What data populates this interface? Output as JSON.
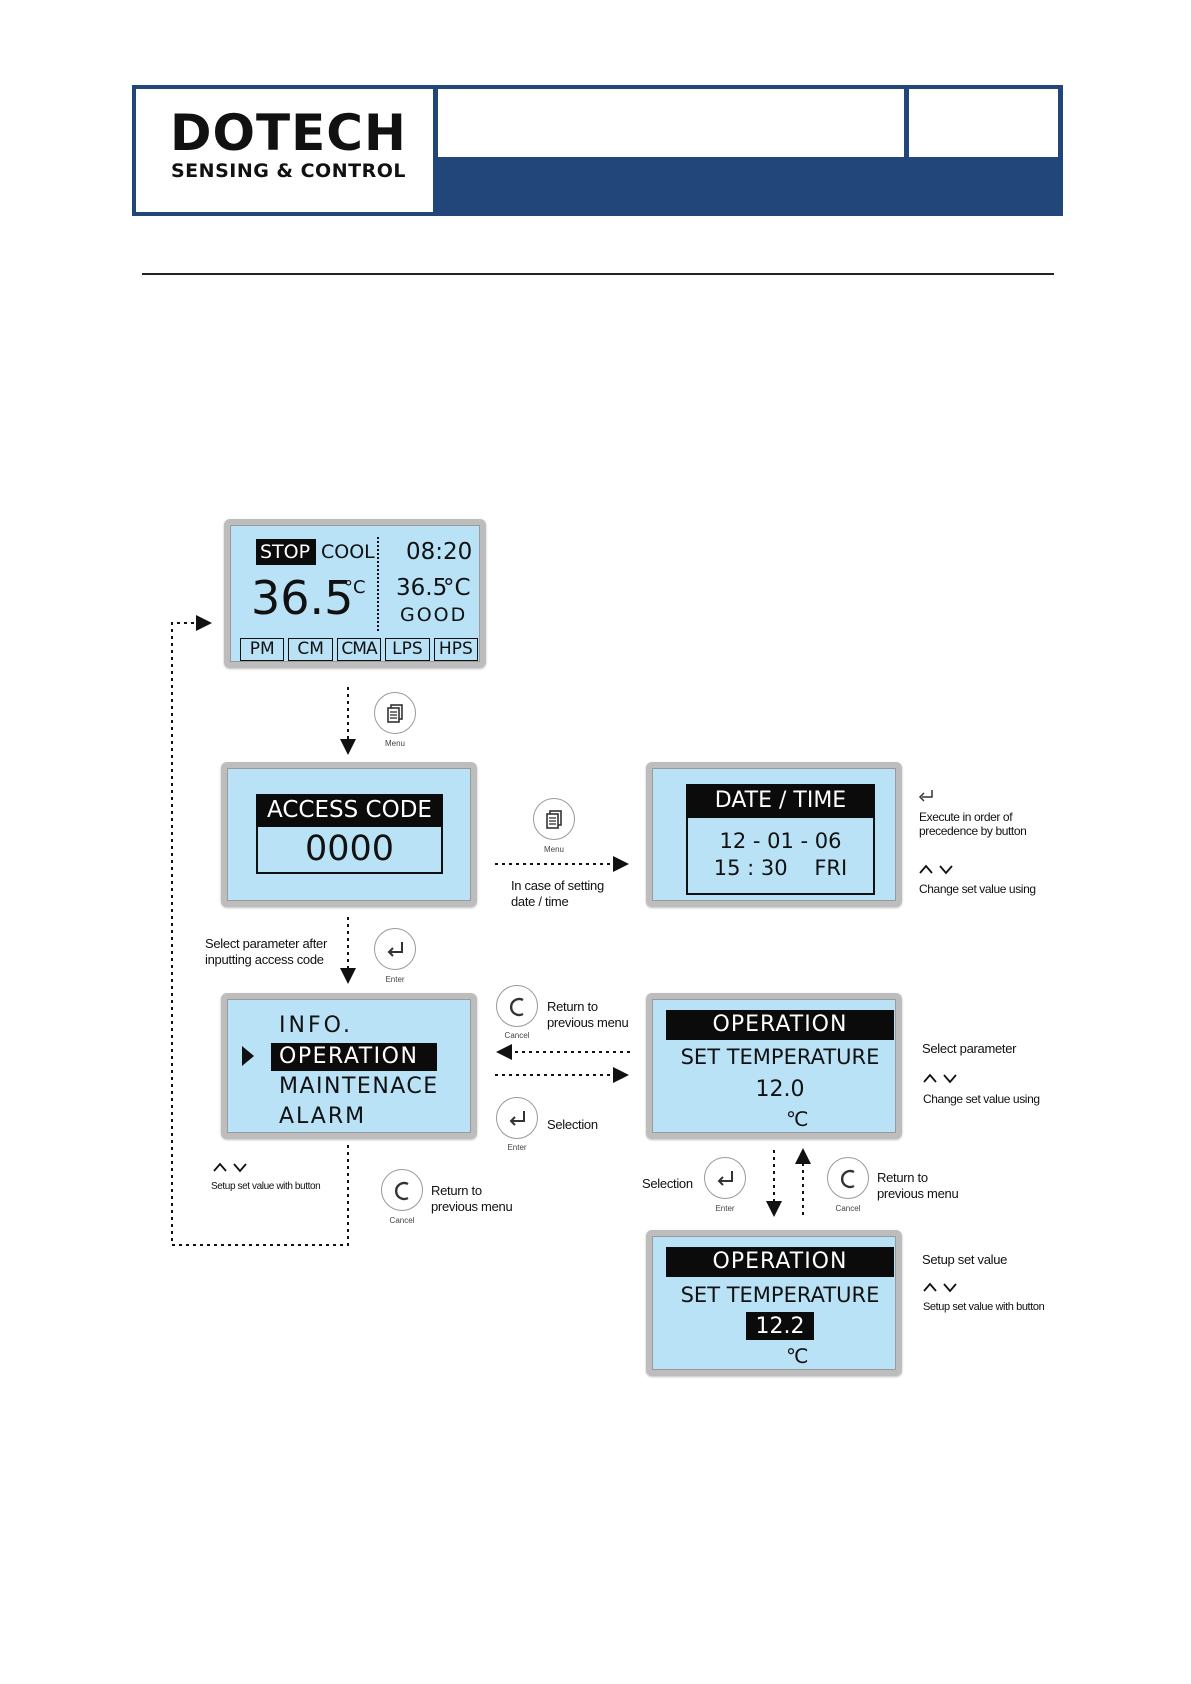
{
  "header": {
    "brand": "DOTECH",
    "tagline": "SENSING & CONTROL",
    "brand_color": "#23467a"
  },
  "main_screen": {
    "mode_stop": "STOP",
    "mode_cool": "COOL",
    "time": "08:20",
    "big_temp": "36.5",
    "big_unit": "°C",
    "set_temp": "36.5",
    "set_unit": "°C",
    "status": "GOOD",
    "soft_keys": [
      "PM",
      "CM",
      "CMA",
      "LPS",
      "HPS"
    ]
  },
  "access_screen": {
    "title": "ACCESS CODE",
    "code": "0000"
  },
  "date_screen": {
    "title": "DATE / TIME",
    "date_line": "12 - 01 - 06",
    "time_line": "15 : 30    FRI"
  },
  "menu_screen": {
    "items": [
      "INFO.",
      "OPERATION",
      "MAINTENACE",
      "ALARM"
    ]
  },
  "op_screen": {
    "title": "OPERATION",
    "param": "SET TEMPERATURE",
    "value": "12.0",
    "unit": "℃"
  },
  "op_edit_screen": {
    "title": "OPERATION",
    "param": "SET TEMPERATURE",
    "value": "12.2",
    "unit": "℃"
  },
  "buttons": {
    "menu": "Menu",
    "enter": "Enter",
    "cancel": "Cancel"
  },
  "notes": {
    "in_case_line1": "In case of setting",
    "in_case_line2": "date / time",
    "execute_line1": "Execute in order of",
    "execute_line2": "precedence by button",
    "change_set_value": "Change set value using",
    "select_param_line1": "Select parameter after",
    "select_param_line2": "inputting access code",
    "return_line1": "Return to",
    "return_line2": "previous menu",
    "selection": "Selection",
    "select_parameter": "Select parameter",
    "change_set_value_2": "Change set value using",
    "setup_with_button": "Setup set value with button",
    "setup_set_value": "Setup set value",
    "setup_with_button_2": "Setup set value with button"
  },
  "icons": {
    "menu": "menu-icon",
    "enter": "enter-icon",
    "cancel": "cancel-icon",
    "up_down": "up-down-arrows-icon"
  },
  "lcd_color": "#b9e2f7"
}
